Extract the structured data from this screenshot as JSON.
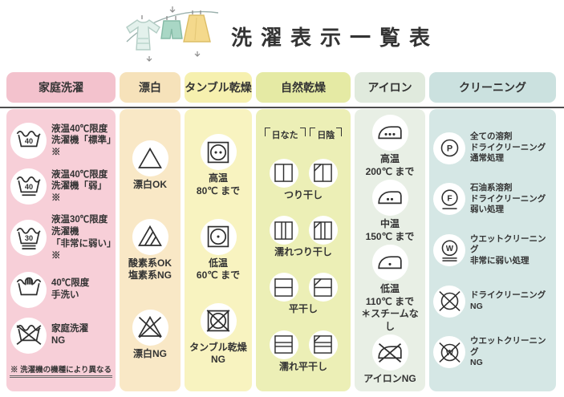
{
  "title": "洗濯表示一覧表",
  "ink_color": "#2e2e2e",
  "columns": [
    {
      "id": "home-wash",
      "header": "家庭洗濯",
      "header_color": "#f3c2cd",
      "body_color": "#f7cfd8",
      "layout": "icon-left",
      "rows": [
        {
          "icon": "washtub-40",
          "label": "液温40℃限度\n洗濯機「標準」※"
        },
        {
          "icon": "washtub-40-weak",
          "label": "液温40℃限度\n洗濯機「弱」※"
        },
        {
          "icon": "washtub-30-very-weak",
          "label": "液温30℃限度\n洗濯機\n「非常に弱い」※"
        },
        {
          "icon": "handwash",
          "label": "40℃限度\n手洗い"
        },
        {
          "icon": "wash-ng",
          "label": "家庭洗濯\nNG"
        }
      ],
      "footnote": "※ 洗濯機の機種により異なる"
    },
    {
      "id": "bleach",
      "header": "漂白",
      "header_color": "#f6e2ba",
      "body_color": "#f9e8c6",
      "layout": "icon-top",
      "rows": [
        {
          "icon": "bleach-ok",
          "label": "漂白OK"
        },
        {
          "icon": "bleach-oxygen",
          "label": "酸素系OK\n塩素系NG"
        },
        {
          "icon": "bleach-ng",
          "label": "漂白NG"
        }
      ]
    },
    {
      "id": "tumble-dry",
      "header": "タンブル乾燥",
      "header_color": "#f6f0af",
      "body_color": "#f8f3c0",
      "layout": "icon-top",
      "rows": [
        {
          "icon": "tumble-high",
          "label": "高温\n80℃ まで"
        },
        {
          "icon": "tumble-low",
          "label": "低温\n60℃ まで"
        },
        {
          "icon": "tumble-ng",
          "label": "タンブル乾燥\nNG"
        }
      ]
    },
    {
      "id": "natural-dry",
      "header": "自然乾燥",
      "header_color": "#e5eaa4",
      "body_color": "#ecefb6",
      "layout": "icon-pair",
      "sub_headers": [
        "日なた",
        "日陰"
      ],
      "rows": [
        {
          "icons": [
            "hang-dry",
            "hang-dry-shade"
          ],
          "label": "つり干し"
        },
        {
          "icons": [
            "wet-hang-dry",
            "wet-hang-dry-shade"
          ],
          "label": "濡れつり干し"
        },
        {
          "icons": [
            "flat-dry",
            "flat-dry-shade"
          ],
          "label": "平干し"
        },
        {
          "icons": [
            "wet-flat-dry",
            "wet-flat-dry-shade"
          ],
          "label": "濡れ平干し"
        }
      ]
    },
    {
      "id": "iron",
      "header": "アイロン",
      "header_color": "#e0eadd",
      "body_color": "#e8efe5",
      "layout": "icon-top",
      "rows": [
        {
          "icon": "iron-high",
          "label": "高温\n200℃ まで"
        },
        {
          "icon": "iron-mid",
          "label": "中温\n150℃ まで"
        },
        {
          "icon": "iron-low",
          "label": "低温\n110℃ まで\n＊スチームなし"
        },
        {
          "icon": "iron-ng",
          "label": "アイロンNG"
        }
      ]
    },
    {
      "id": "cleaning",
      "header": "クリーニング",
      "header_color": "#cbe1df",
      "body_color": "#d5e7e5",
      "layout": "icon-left",
      "rows": [
        {
          "icon": "dry-clean-p",
          "label": "全ての溶剤\nドライクリーニング\n通常処理"
        },
        {
          "icon": "dry-clean-f",
          "label": "石油系溶剤\nドライクリーニング\n弱い処理"
        },
        {
          "icon": "wet-clean-w",
          "label": "ウエットクリーニング\n非常に弱い処理"
        },
        {
          "icon": "dry-clean-ng",
          "label": "ドライクリーニング\nNG"
        },
        {
          "icon": "wet-clean-ng",
          "label": "ウエットクリーニング\nNG"
        }
      ]
    }
  ]
}
